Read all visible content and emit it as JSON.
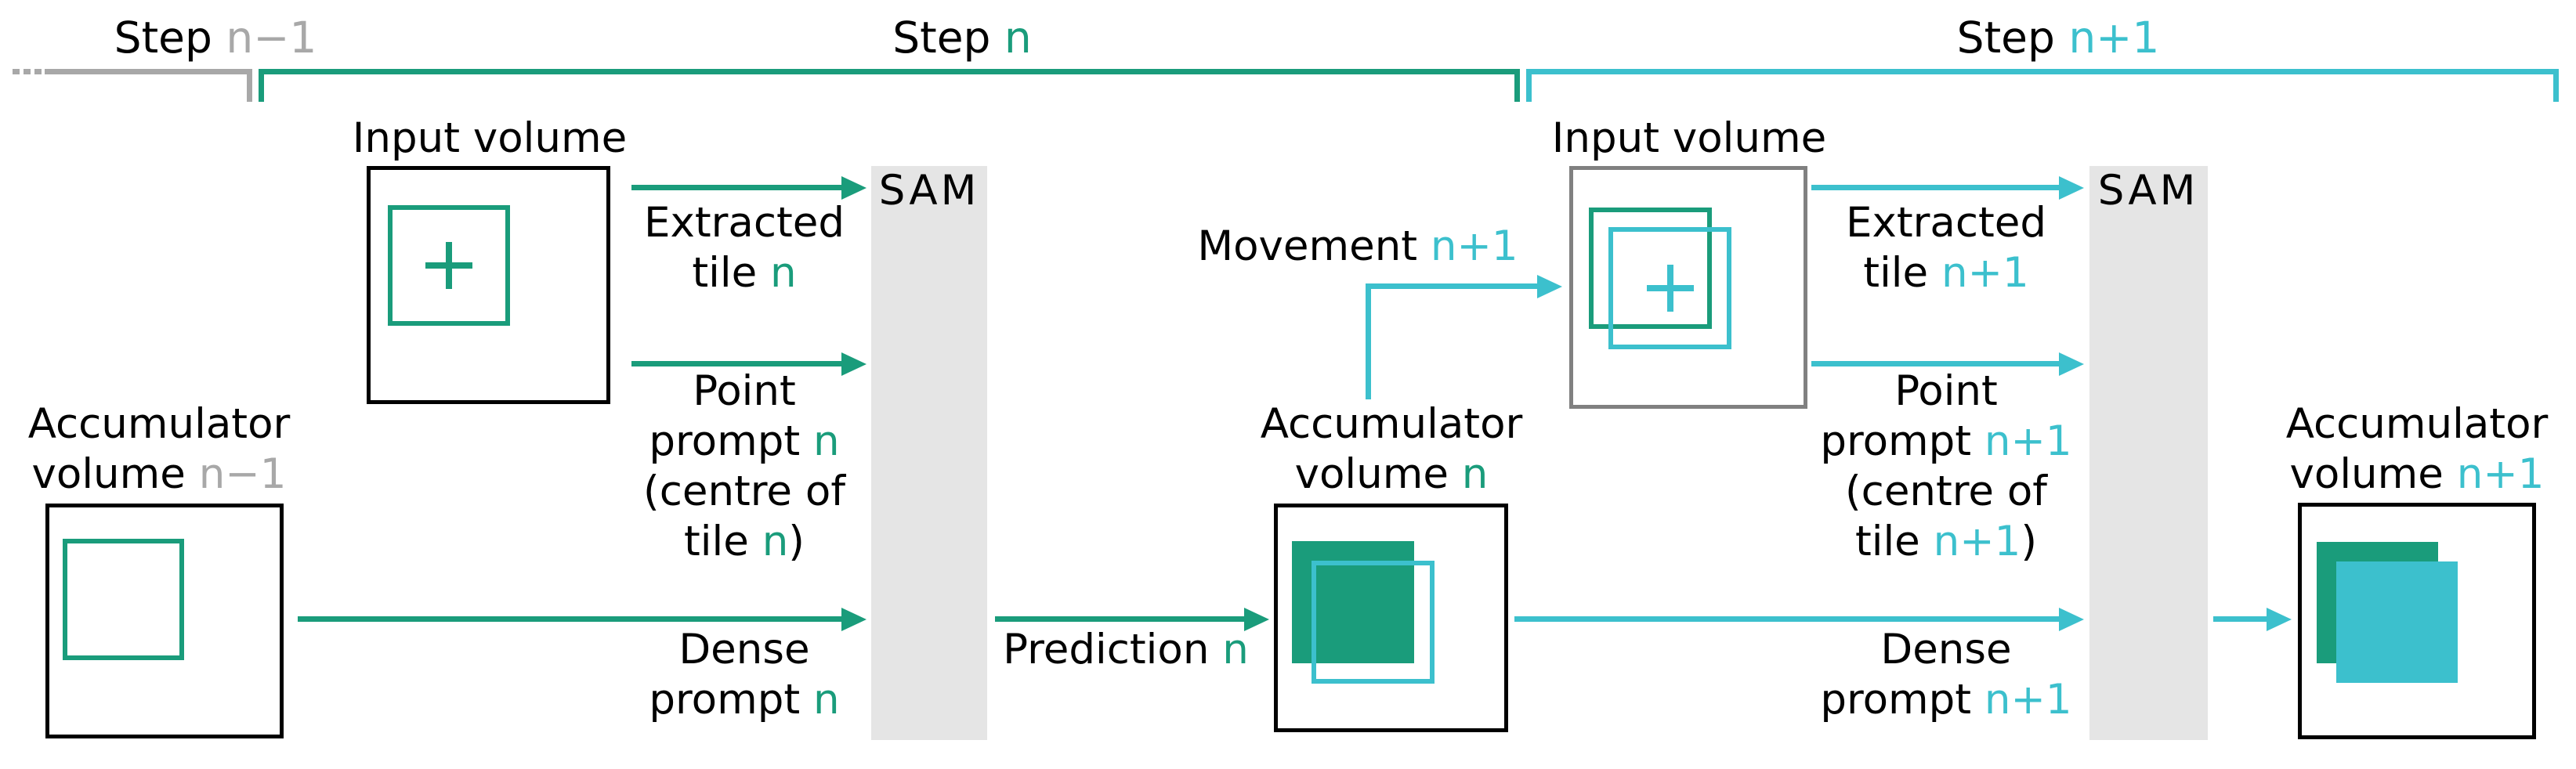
{
  "palette": {
    "teal": "#1a9c7b",
    "cyan": "#3cc0cd",
    "gray_bracket": "#a8a8a8",
    "gray_text": "#a8a8a8",
    "gray_border": "#808080",
    "sam_bg": "#e5e5e5",
    "black": "#000000"
  },
  "steps": {
    "prev": {
      "prefix": "Step ",
      "num": "n−1"
    },
    "current": {
      "prefix": "Step ",
      "num": "n"
    },
    "next": {
      "prefix": "Step ",
      "num": "n+1"
    }
  },
  "step_n": {
    "input_volume": "Input volume",
    "sam": "SAM",
    "extracted": {
      "l1": "Extracted",
      "l2": "tile ",
      "n": "n"
    },
    "point": {
      "l1": "Point",
      "l2": "prompt ",
      "n2": "n",
      "l3": "(centre of",
      "l4": "tile ",
      "n4": "n",
      "close": ")"
    },
    "dense": {
      "l1": "Dense",
      "l2": "prompt ",
      "n": "n"
    },
    "prediction": {
      "t": "Prediction ",
      "n": "n"
    },
    "acc_prev": {
      "l1": "Accumulator",
      "l2": "volume ",
      "n": "n−1"
    },
    "acc": {
      "l1": "Accumulator",
      "l2": "volume ",
      "n": "n"
    }
  },
  "step_n1": {
    "movement": {
      "t": "Movement ",
      "n": "n+1"
    },
    "input_volume": "Input volume",
    "sam": "SAM",
    "extracted": {
      "l1": "Extracted",
      "l2": "tile ",
      "n": "n+1"
    },
    "point": {
      "l1": "Point",
      "l2": "prompt ",
      "n2": "n+1",
      "l3": "(centre of",
      "l4": "tile ",
      "n4": "n+1",
      "close": ")"
    },
    "dense": {
      "l1": "Dense",
      "l2": "prompt ",
      "n": "n+1"
    },
    "acc": {
      "l1": "Accumulator",
      "l2": "volume ",
      "n": "n+1"
    }
  }
}
